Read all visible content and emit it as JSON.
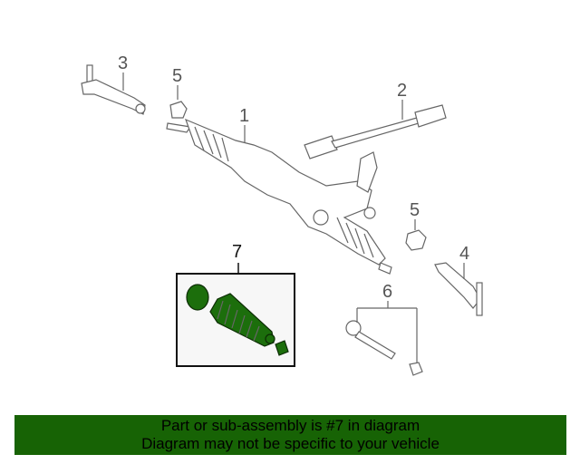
{
  "callouts": [
    "1",
    "2",
    "3",
    "4",
    "5",
    "5",
    "6",
    "7"
  ],
  "highlighted_part": "7",
  "colors": {
    "highlight": "#1c6e0c",
    "banner": "#176305"
  },
  "banner": {
    "line1": "Part or sub-assembly is #7 in diagram",
    "line2": "Diagram may not be specific to your vehicle"
  }
}
